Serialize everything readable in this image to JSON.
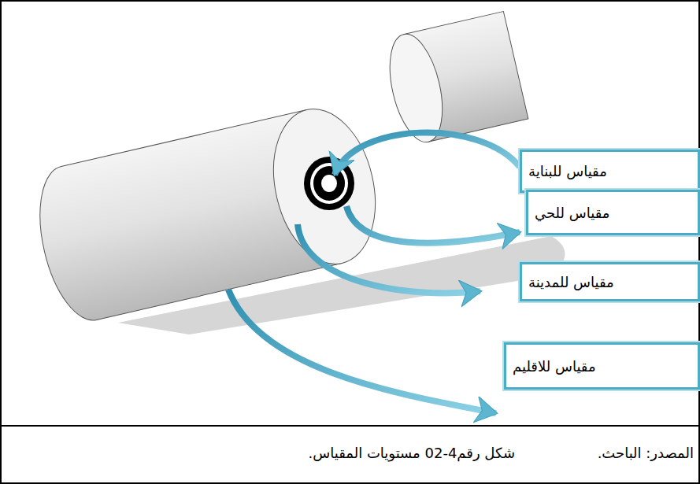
{
  "diagram": {
    "caption": "شكل رقم4-02 مستويات المقياس.",
    "nodes": [
      {
        "text": [
          "مقياس للبناية"
        ]
      },
      {
        "text": [
          "مقياس للحي"
        ]
      },
      {
        "text": [
          "مقياس للمدينة"
        ]
      },
      {
        "text": [
          "مقياس للاقليم"
        ]
      }
    ],
    "labels": [
      "المصدر: الباحث."
    ]
  }
}
